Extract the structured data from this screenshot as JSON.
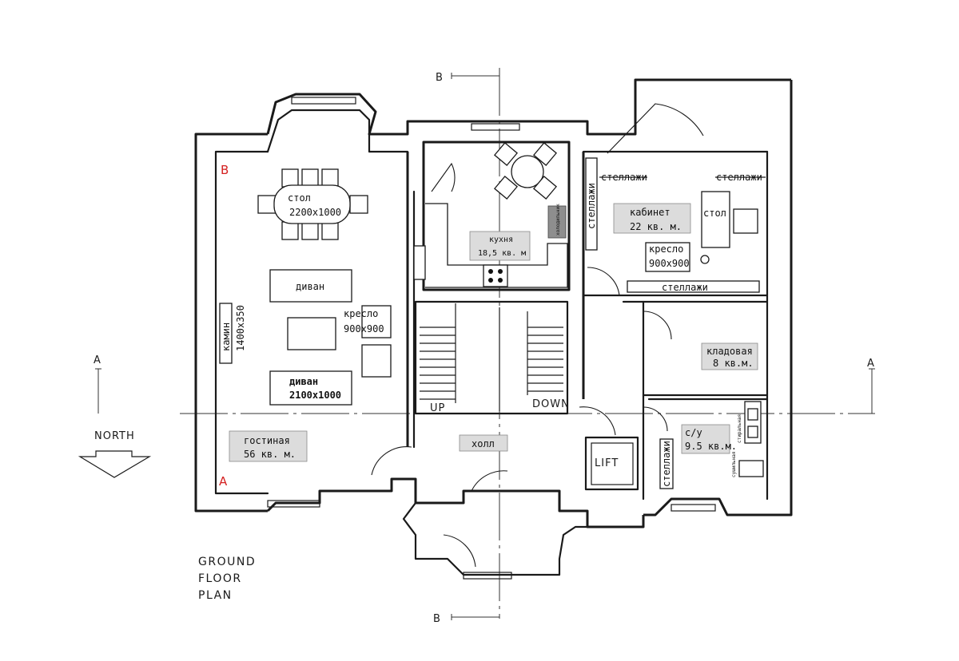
{
  "markers": {
    "b_top": "B",
    "b_bottom": "B",
    "a_left": "A",
    "a_right": "A",
    "red_b": "B",
    "red_a": "A"
  },
  "compass": {
    "label": "NORTH"
  },
  "plan_title": [
    "GROUND",
    "FLOOR",
    "PLAN"
  ],
  "rooms": {
    "living": {
      "name": "гостиная",
      "area": "56 кв. м."
    },
    "kitchen": {
      "name": "кухня",
      "area": "18,5 кв. м"
    },
    "study": {
      "name": "кабинет",
      "area": "22 кв. м."
    },
    "storage": {
      "name": "кладовая",
      "area": "8 кв.м."
    },
    "bathroom": {
      "name": "с/у",
      "area": "9.5 кв.м."
    },
    "hall": {
      "name": "холл"
    }
  },
  "furniture": {
    "dining_table": {
      "name": "стол",
      "size": "2200x1000"
    },
    "sofa_top": {
      "name": "диван"
    },
    "armchair_living": {
      "name": "кресло",
      "size": "900x900"
    },
    "fireplace": {
      "name": "камин",
      "size": "1400x350"
    },
    "sofa_bottom": {
      "name": "диван",
      "size": "2100x1000"
    },
    "study_desk": {
      "name": "стол"
    },
    "study_armchair": {
      "name": "кресло",
      "size": "900x900"
    },
    "shelves_1": "стеллажи",
    "shelves_2": "стеллажи",
    "shelves_3": "стеллажи",
    "shelves_4": "стеллажи",
    "shelves_bath": "стеллажи",
    "fridge": "холодильник",
    "washer": "стиральная",
    "dryer": "сушильная"
  },
  "stairs": {
    "up": "UP",
    "down": "DOWN"
  },
  "lift": "LIFT"
}
